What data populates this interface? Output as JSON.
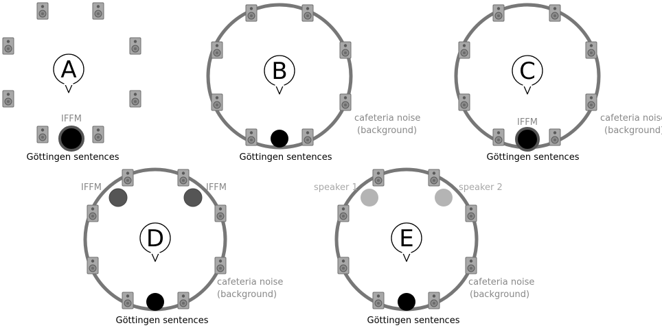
{
  "panels": [
    {
      "letter": "A",
      "caption": "Göttingen sentences",
      "labels": [
        "IFFM"
      ],
      "has_ring": false
    },
    {
      "letter": "B",
      "caption": "Göttingen sentences",
      "labels": [
        "cafeteria noise",
        "(background)"
      ],
      "has_ring": true
    },
    {
      "letter": "C",
      "caption": "Göttingen sentences",
      "labels": [
        "IFFM",
        "cafeteria noise",
        "(background)"
      ],
      "has_ring": true
    },
    {
      "letter": "D",
      "caption": "Göttingen sentences",
      "labels": [
        "IFFM",
        "IFFM",
        "cafeteria noise",
        "(background)"
      ],
      "has_ring": true
    },
    {
      "letter": "E",
      "caption": "Göttingen sentences",
      "labels": [
        "speaker 1",
        "speaker 2",
        "cafeteria noise",
        "(background)"
      ],
      "has_ring": true
    }
  ],
  "colors": {
    "ring": "#777777",
    "speaker_body": "#a8a8a8",
    "target_source": "#000000",
    "iffm_source": "#555555",
    "competing_speaker": "#b4b4b4"
  },
  "icons": {
    "loudspeaker": "loudspeaker-icon",
    "listener": "listener-pin-icon"
  }
}
